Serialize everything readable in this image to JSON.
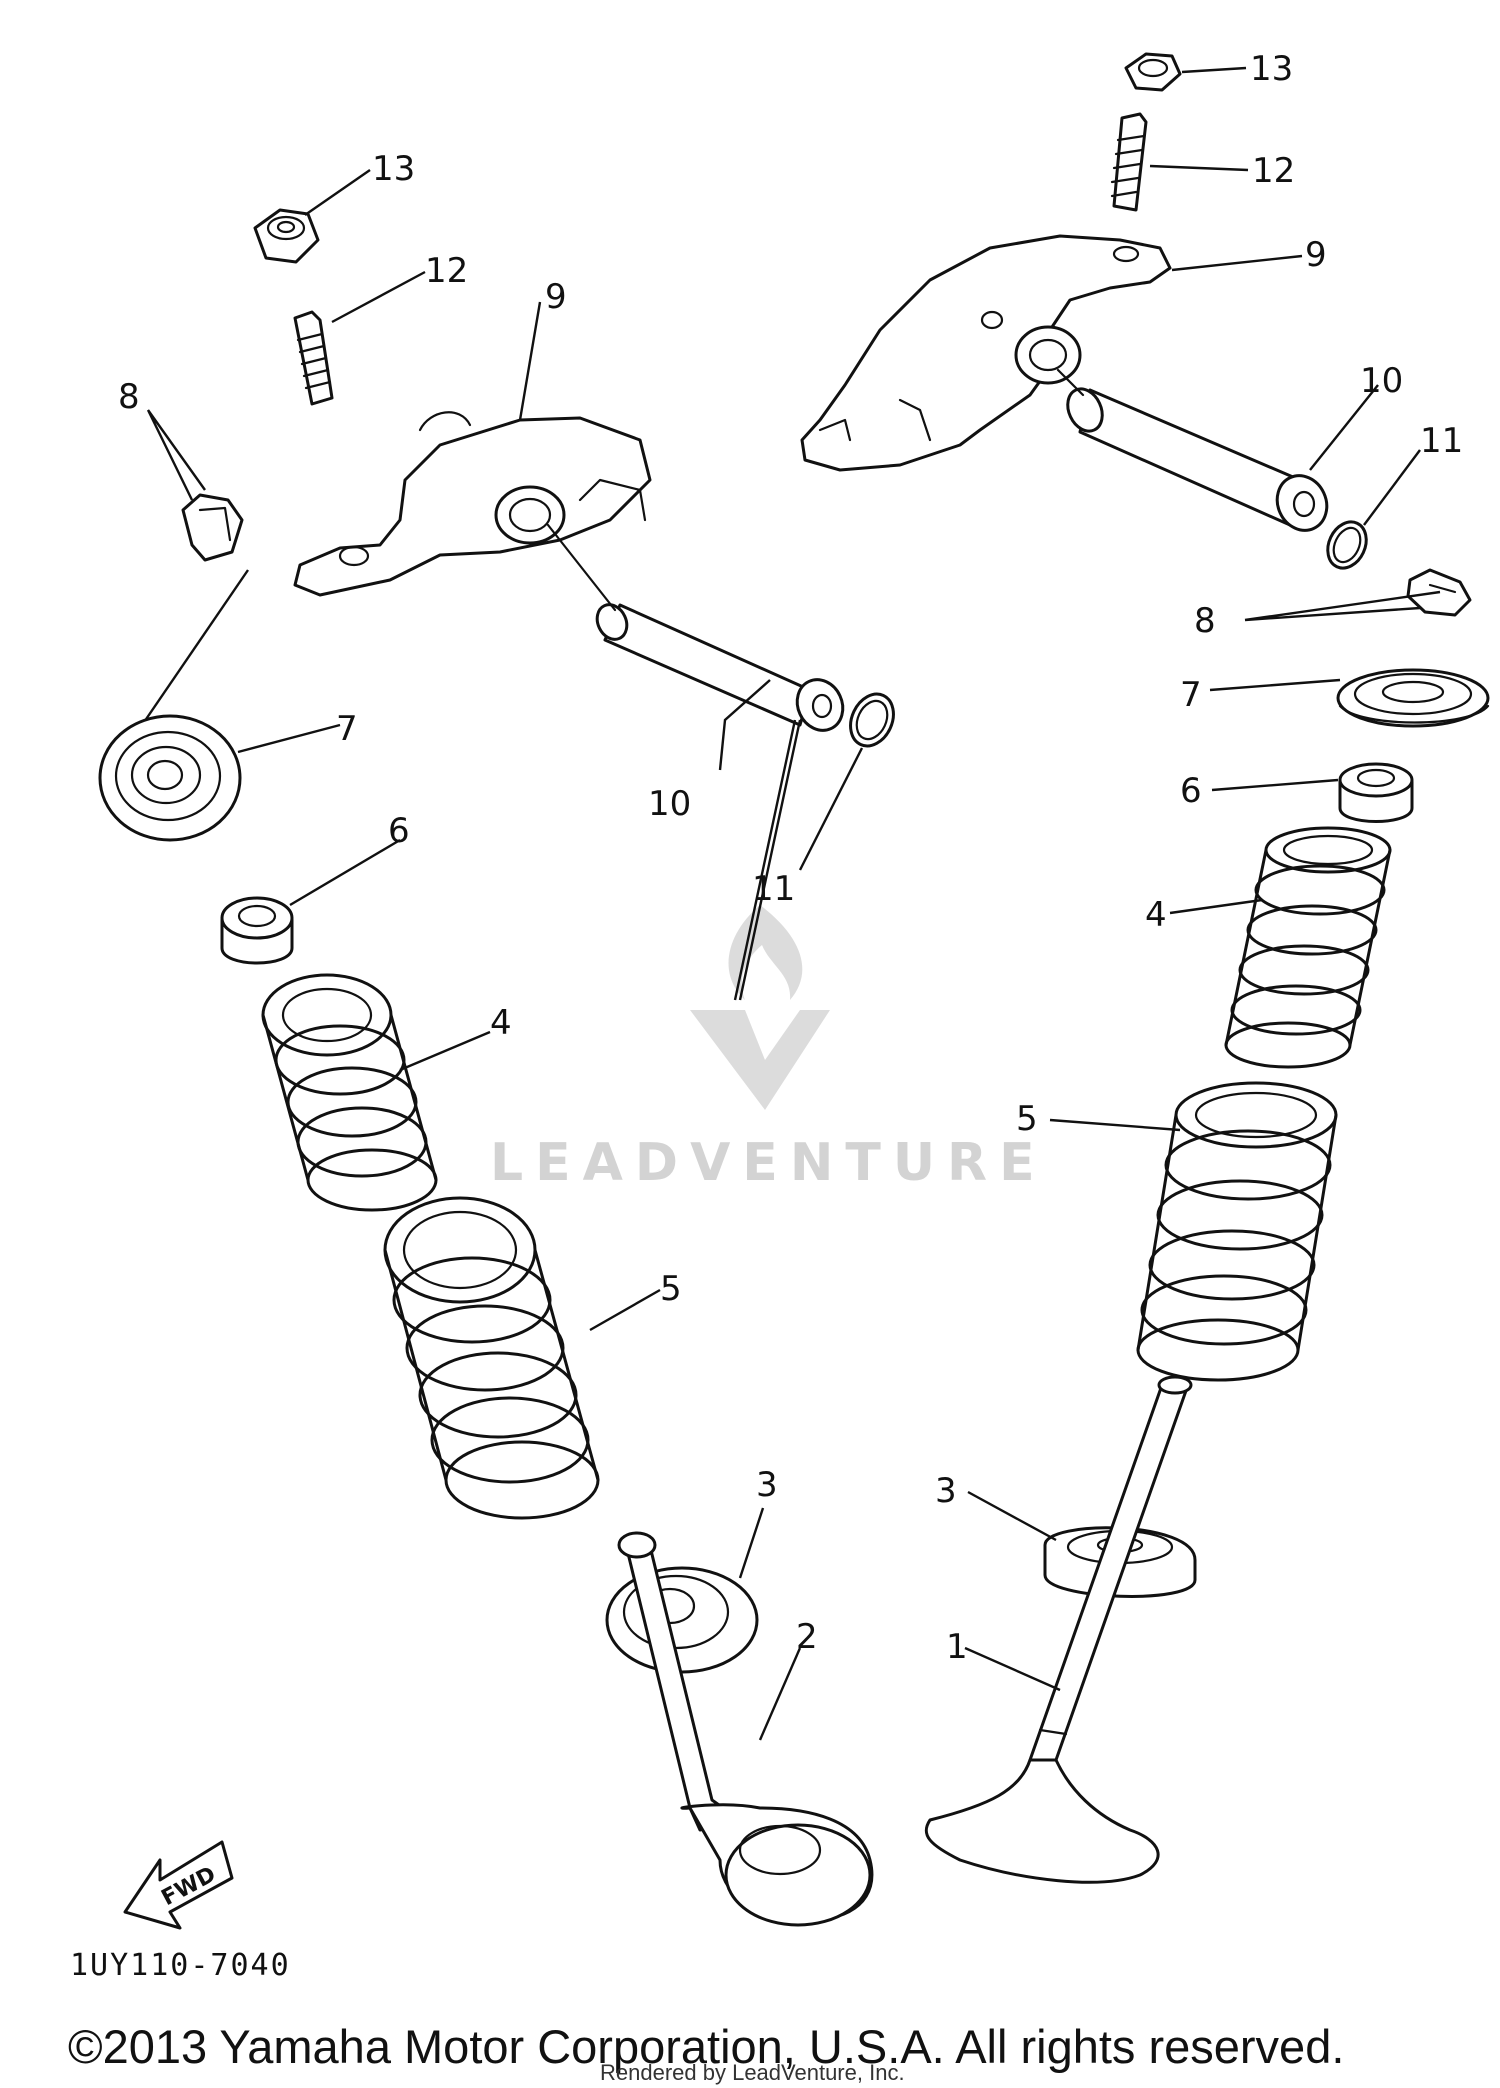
{
  "callouts": {
    "c1": "1",
    "c2": "2",
    "c3a": "3",
    "c3b": "3",
    "c4a": "4",
    "c4b": "4",
    "c5a": "5",
    "c5b": "5",
    "c6a": "6",
    "c6b": "6",
    "c7a": "7",
    "c7b": "7",
    "c8a": "8",
    "c8b": "8",
    "c9a": "9",
    "c9b": "9",
    "c10a": "10",
    "c10b": "10",
    "c11a": "11",
    "c11b": "11",
    "c12a": "12",
    "c12b": "12",
    "c13a": "13",
    "c13b": "13"
  },
  "fwd_label": "FWD",
  "diagram_code": "1UY110-7040",
  "watermark": "LEADVENTURE",
  "copyright": "©2013 Yamaha Motor Corporation, U.S.A. All rights reserved.",
  "rendered_by": "Rendered by LeadVenture, Inc."
}
